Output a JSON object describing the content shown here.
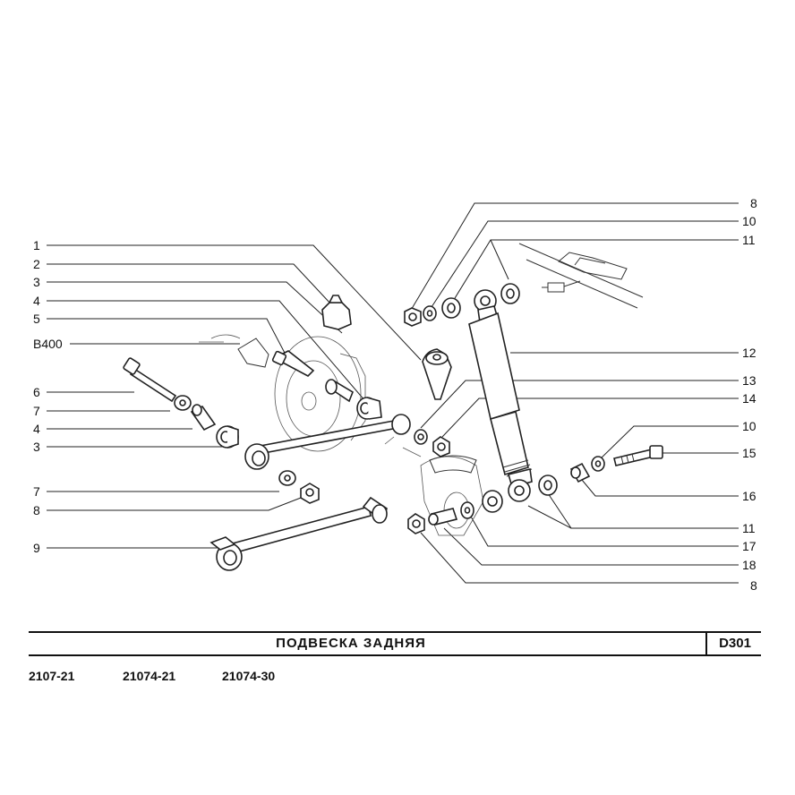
{
  "diagram": {
    "callouts_left": [
      {
        "id": "c-left-1",
        "label": "1"
      },
      {
        "id": "c-left-2",
        "label": "2"
      },
      {
        "id": "c-left-3a",
        "label": "3"
      },
      {
        "id": "c-left-4a",
        "label": "4"
      },
      {
        "id": "c-left-5",
        "label": "5"
      },
      {
        "id": "c-left-b400",
        "label": "B400"
      },
      {
        "id": "c-left-6",
        "label": "6"
      },
      {
        "id": "c-left-7a",
        "label": "7"
      },
      {
        "id": "c-left-4b",
        "label": "4"
      },
      {
        "id": "c-left-3b",
        "label": "3"
      },
      {
        "id": "c-left-7b",
        "label": "7"
      },
      {
        "id": "c-left-8",
        "label": "8"
      },
      {
        "id": "c-left-9",
        "label": "9"
      }
    ],
    "callouts_right": [
      {
        "id": "c-right-8a",
        "label": "8"
      },
      {
        "id": "c-right-10a",
        "label": "10"
      },
      {
        "id": "c-right-11a",
        "label": "11"
      },
      {
        "id": "c-right-12",
        "label": "12"
      },
      {
        "id": "c-right-13",
        "label": "13"
      },
      {
        "id": "c-right-14",
        "label": "14"
      },
      {
        "id": "c-right-10b",
        "label": "10"
      },
      {
        "id": "c-right-15",
        "label": "15"
      },
      {
        "id": "c-right-16",
        "label": "16"
      },
      {
        "id": "c-right-11b",
        "label": "11"
      },
      {
        "id": "c-right-17",
        "label": "17"
      },
      {
        "id": "c-right-18",
        "label": "18"
      },
      {
        "id": "c-right-8b",
        "label": "8"
      }
    ]
  },
  "title_block": {
    "title": "ПОДВЕСКА   ЗАДНЯЯ",
    "code": "D301"
  },
  "models": [
    "2107-21",
    "21074-21",
    "21074-30"
  ]
}
